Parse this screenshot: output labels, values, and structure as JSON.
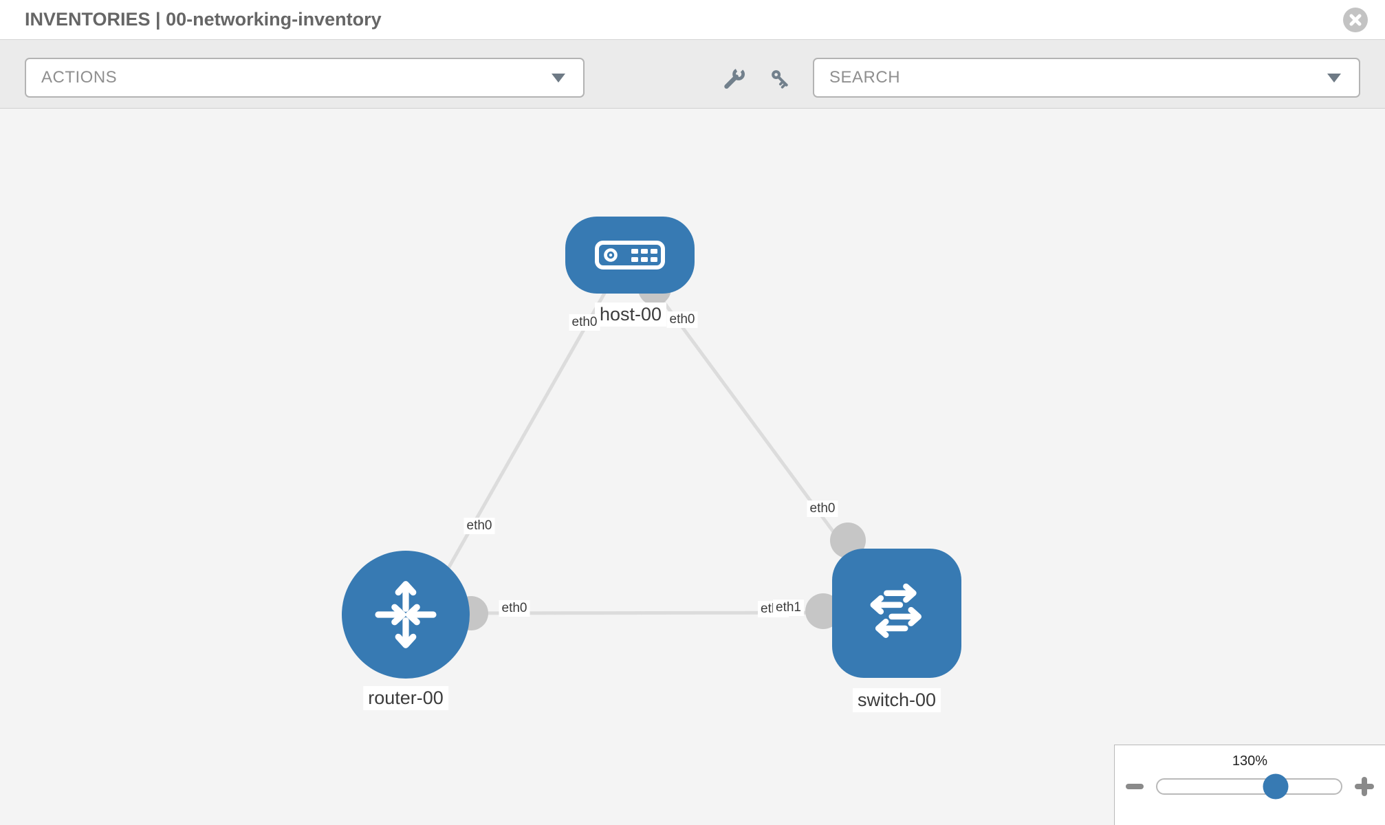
{
  "header": {
    "title": "INVENTORIES | 00-networking-inventory"
  },
  "toolbar": {
    "actions_label": "ACTIONS",
    "search_label": "SEARCH",
    "tool_icons": [
      "wrench-icon",
      "key-icon"
    ]
  },
  "graph": {
    "nodes": [
      {
        "name": "host-00",
        "type": "host",
        "icon": "server-icon"
      },
      {
        "name": "router-00",
        "type": "router",
        "icon": "router-arrows-icon"
      },
      {
        "name": "switch-00",
        "type": "switch",
        "icon": "switch-arrows-icon"
      }
    ],
    "edges": [
      {
        "from": "host-00",
        "to": "router-00"
      },
      {
        "from": "host-00",
        "to": "switch-00"
      },
      {
        "from": "router-00",
        "to": "switch-00"
      }
    ],
    "port_labels": [
      {
        "text": "eth0",
        "at": "host-left"
      },
      {
        "text": "eth0",
        "at": "host-right"
      },
      {
        "text": "eth0",
        "at": "router-top"
      },
      {
        "text": "eth0",
        "at": "switch-top"
      },
      {
        "text": "eth0",
        "at": "router-right"
      },
      {
        "text": "eth0",
        "at": "switch-left-back"
      },
      {
        "text": "eth1",
        "at": "switch-left-front"
      }
    ]
  },
  "zoom_control": {
    "level": "130%",
    "thumb_position": "64.3%"
  },
  "colors": {
    "node_blue": "#377ab3",
    "edge_gray": "#dcdcdc",
    "connector_gray": "#c6c6c6",
    "canvas_bg": "#f4f4f4",
    "toolbar_bg": "#ebebeb",
    "icon_gray": "#72808c",
    "label_text": "#3c3c3c"
  }
}
